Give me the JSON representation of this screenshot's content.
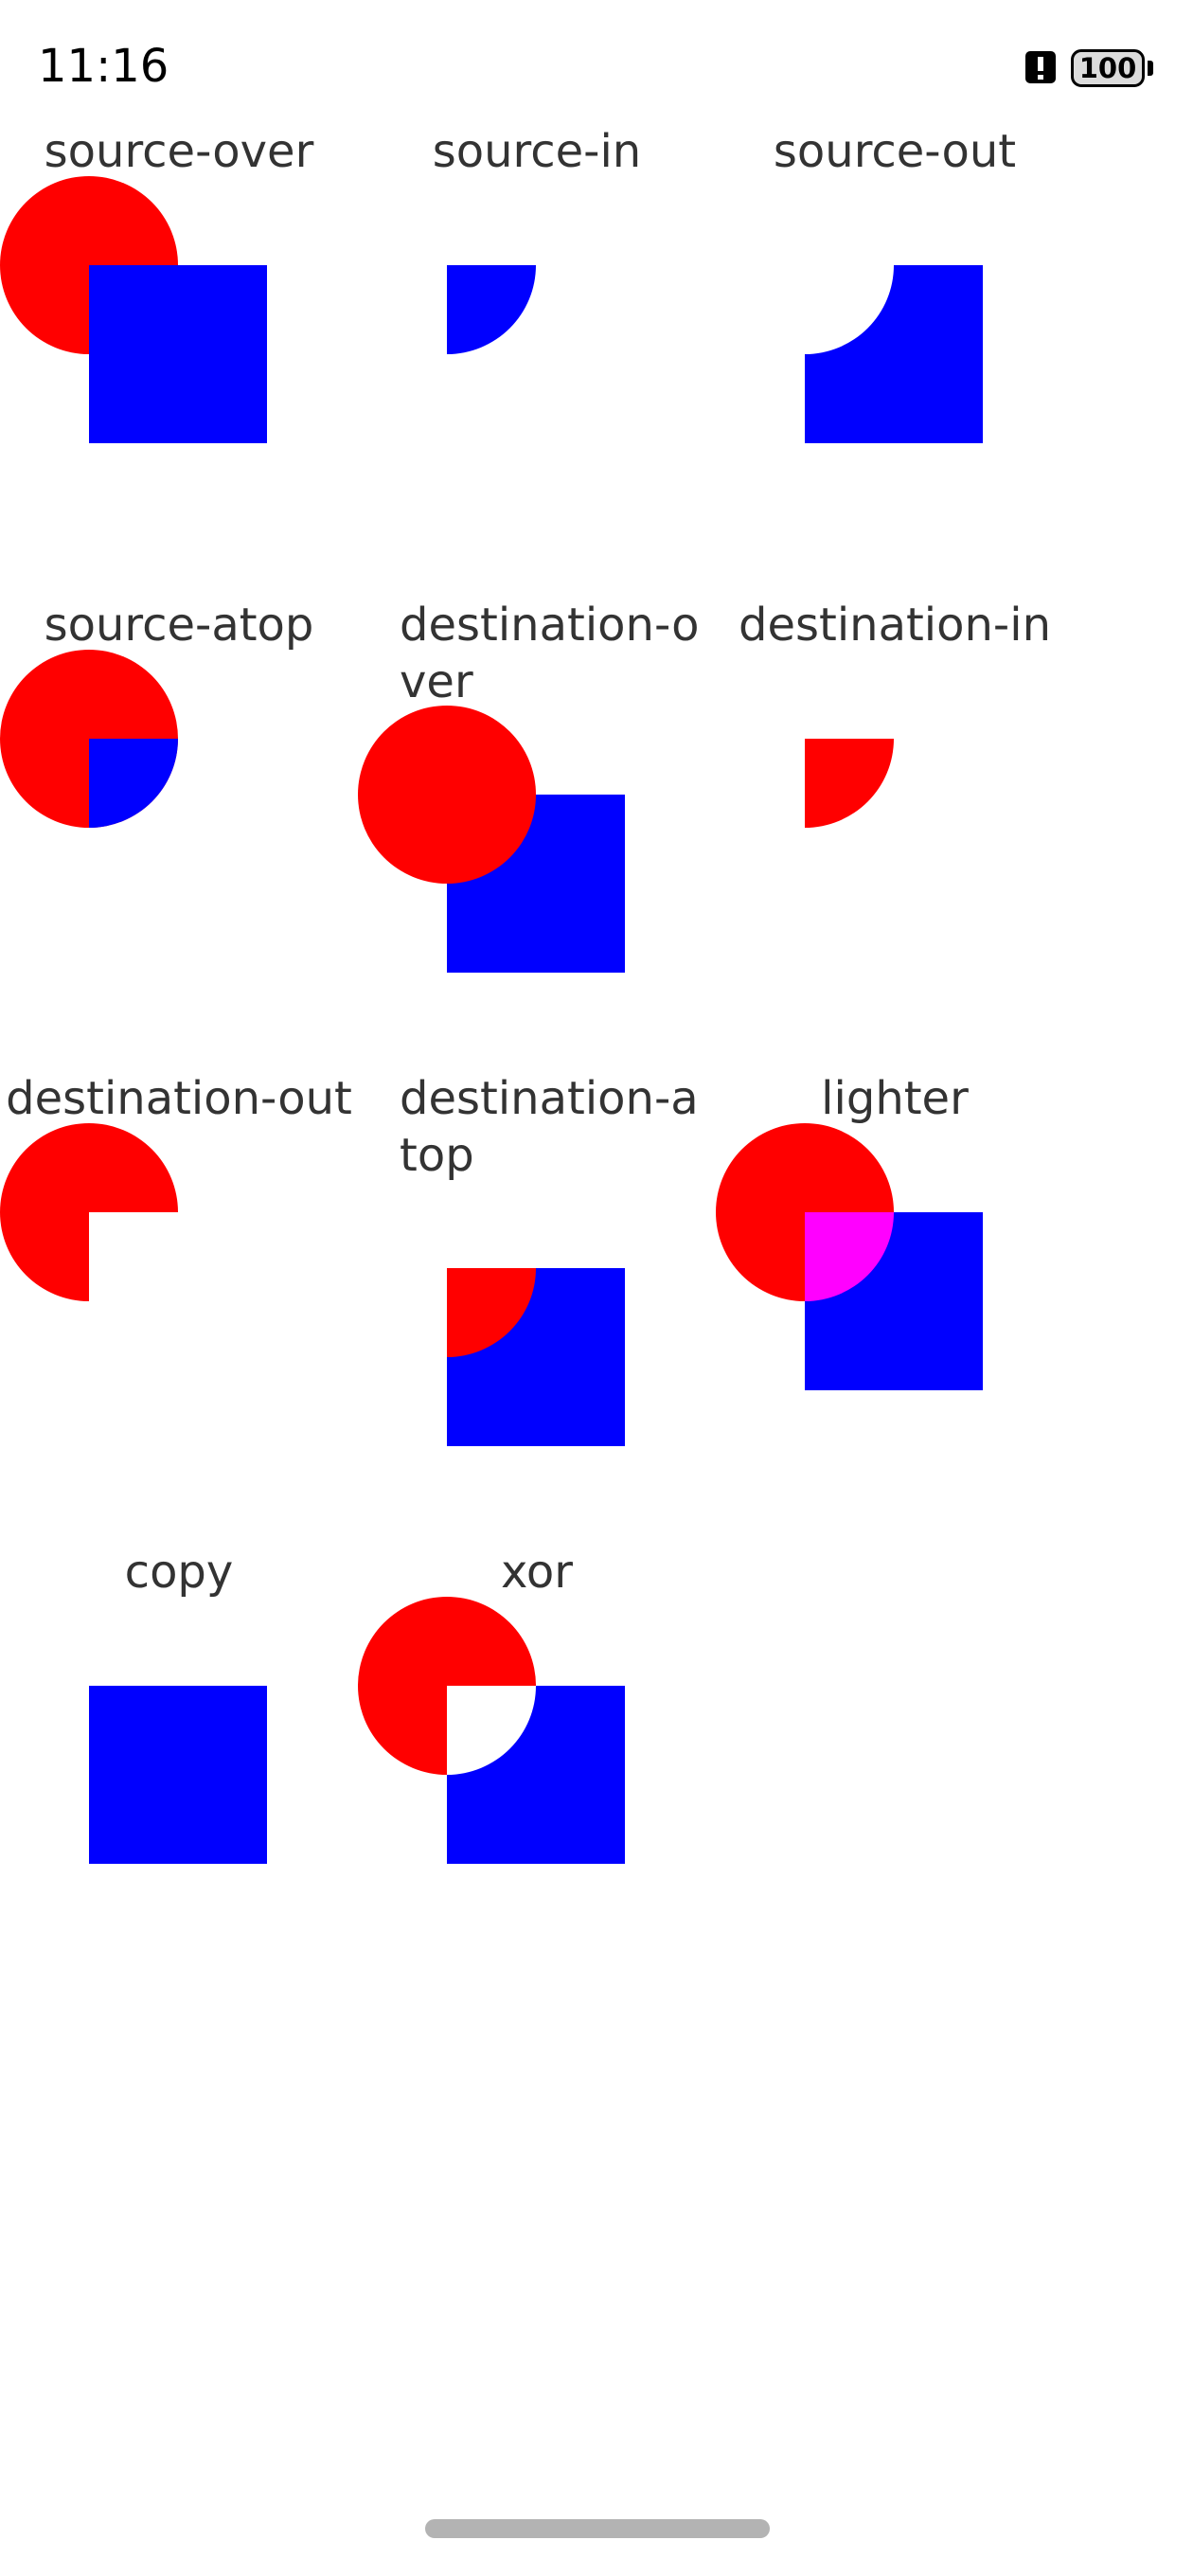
{
  "status_bar": {
    "time": "11:16",
    "battery_level": "100"
  },
  "modes": [
    {
      "label": "source-over",
      "wrap": false,
      "effect": "source-over"
    },
    {
      "label": "source-in",
      "wrap": false,
      "effect": "source-in"
    },
    {
      "label": "source-out",
      "wrap": false,
      "effect": "source-out"
    },
    {
      "label": "source-atop",
      "wrap": false,
      "effect": "source-atop"
    },
    {
      "label": "destination-over",
      "wrap": true,
      "effect": "destination-over"
    },
    {
      "label": "destination-in",
      "wrap": false,
      "effect": "destination-in"
    },
    {
      "label": "destination-out",
      "wrap": false,
      "effect": "destination-out"
    },
    {
      "label": "destination-atop",
      "wrap": true,
      "effect": "destination-atop"
    },
    {
      "label": "lighter",
      "wrap": false,
      "effect": "lighter"
    },
    {
      "label": "copy",
      "wrap": false,
      "effect": "copy"
    },
    {
      "label": "xor",
      "wrap": false,
      "effect": "xor"
    }
  ],
  "colors": {
    "circle": "#ff0000",
    "square": "#0000ff",
    "overlap_lighter": "#ff00ff",
    "label": "#333333",
    "background": "#ffffff",
    "home_indicator": "#b3b3b3"
  },
  "icons": [
    "alert-icon",
    "battery-icon"
  ]
}
